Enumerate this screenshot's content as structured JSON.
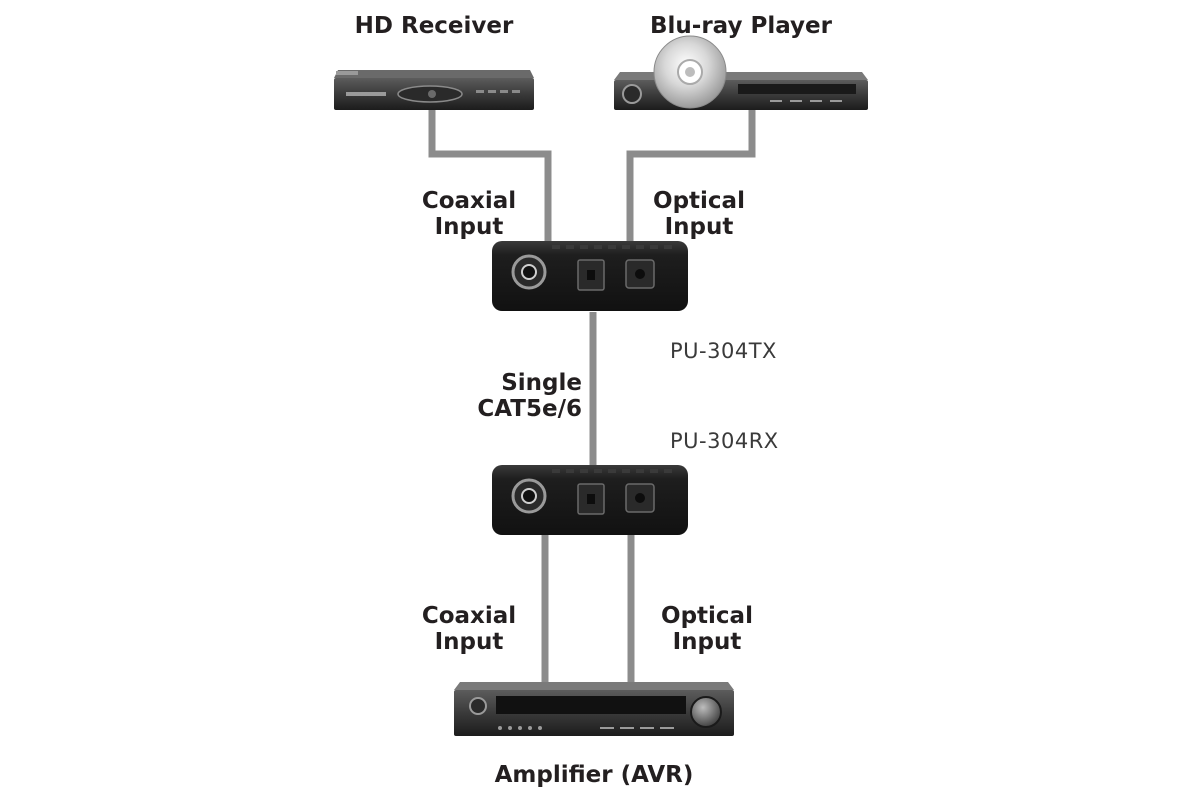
{
  "devices": {
    "hd_receiver": "HD Receiver",
    "bluray_player": "Blu-ray Player",
    "amplifier": "Amplifier (AVR)"
  },
  "labels": {
    "top_coaxial": [
      "Coaxial",
      "Input"
    ],
    "top_optical": [
      "Optical",
      "Input"
    ],
    "cable": [
      "Single",
      "CAT5e/6"
    ],
    "bottom_coaxial": [
      "Coaxial",
      "Input"
    ],
    "bottom_optical": [
      "Optical",
      "Input"
    ]
  },
  "models": {
    "transmitter": "PU-304TX",
    "receiver": "PU-304RX"
  },
  "colors": {
    "cable": "#8c8c8c",
    "device_dark": "#1e1e1e",
    "device_body": "#3a3a3a",
    "text": "#231f20"
  }
}
